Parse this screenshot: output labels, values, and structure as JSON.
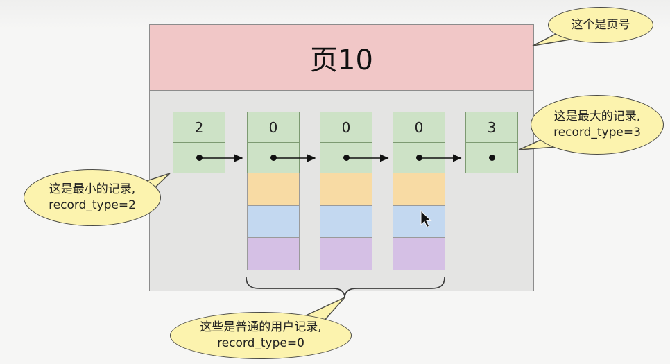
{
  "page": {
    "title": "页10"
  },
  "records": [
    {
      "value": "2",
      "role": "minimum-record",
      "record_type": "2"
    },
    {
      "value": "0",
      "role": "user-record",
      "record_type": "0"
    },
    {
      "value": "0",
      "role": "user-record",
      "record_type": "0"
    },
    {
      "value": "0",
      "role": "user-record",
      "record_type": "0"
    },
    {
      "value": "3",
      "role": "maximum-record",
      "record_type": "3"
    }
  ],
  "callouts": {
    "page_number": "这个是页号",
    "max_record_line1": "这是最大的记录,",
    "max_record_line2": "record_type=3",
    "min_record_line1": "这是最小的记录,",
    "min_record_line2": "record_type=2",
    "user_record_line1": "这些是普通的用户记录,",
    "user_record_line2": "record_type=0"
  },
  "colors": {
    "page_header": "#f1c7c7",
    "page_body": "#e4e4e3",
    "record_green": "#cde2c6",
    "user_orange": "#f8dba4",
    "user_blue": "#c3d8f0",
    "user_purple": "#d5c0e5",
    "callout_yellow": "#fcf3ae"
  }
}
